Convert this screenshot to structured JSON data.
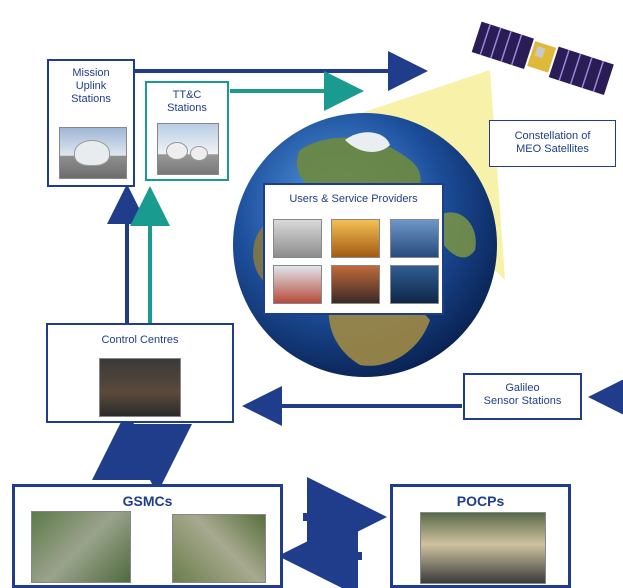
{
  "colors": {
    "navy": "#1f3d8a",
    "teal": "#1a9b90",
    "beam": "#f7efa0"
  },
  "nodes": {
    "mission_uplink": "Mission\nUplink\nStations",
    "ttc": "TT&C\nStations",
    "constellation": "Constellation of\nMEO Satellites",
    "users": "Users & Service Providers",
    "control_centres": "Control Centres",
    "sensor_stations": "Galileo\nSensor Stations",
    "gsmcs": "GSMCs",
    "pocps": "POCPs"
  },
  "icons": [
    "satellite-icon",
    "earth-globe-icon",
    "antenna-dish-icon",
    "control-room-icon",
    "map-icon"
  ]
}
